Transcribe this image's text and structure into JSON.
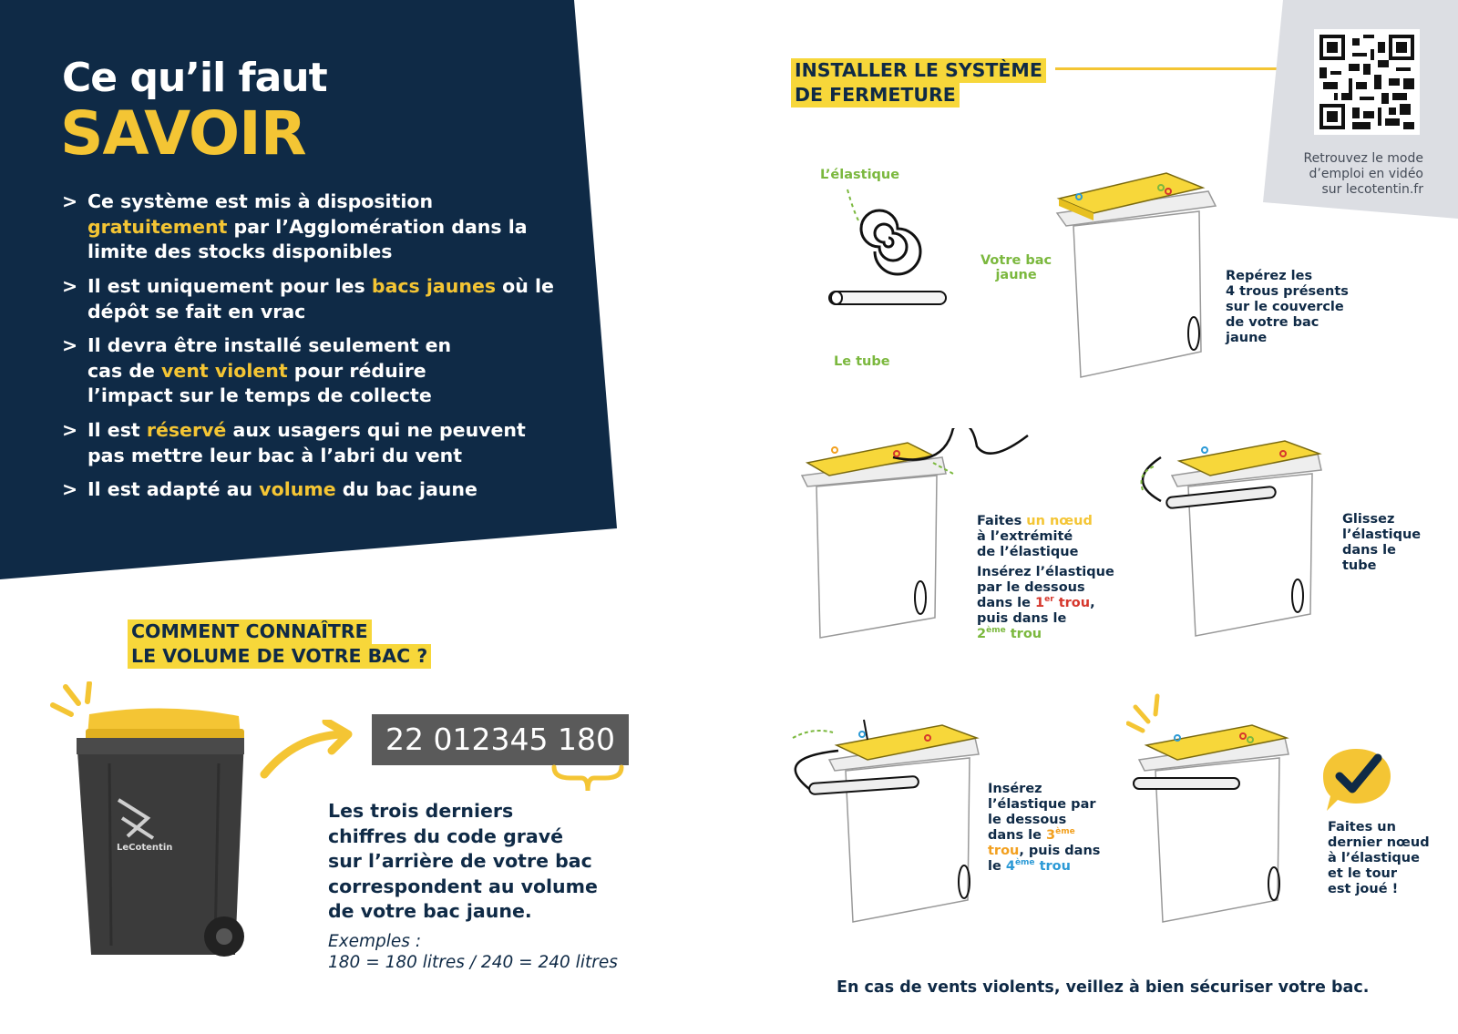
{
  "headline": {
    "line1": "Ce qu’il faut",
    "line2": "SAVOIR"
  },
  "bullets": [
    [
      "Ce système est mis à disposition ",
      "gratuitement",
      " par l’Agglomération dans la limite des stocks disponibles"
    ],
    [
      "Il est uniquement pour les ",
      "bacs jaunes",
      " où le dépôt se fait en vrac"
    ],
    [
      "Il devra être installé seulement en cas de ",
      "vent violent",
      " pour réduire l’impact sur le temps de collecte"
    ],
    [
      "Il est ",
      "réservé",
      " aux usagers qui ne peuvent pas mettre leur bac à l’abri du vent"
    ],
    [
      "Il est adapté au ",
      "volume",
      " du bac jaune"
    ]
  ],
  "volume_section": {
    "title_line1": "COMMENT CONNAÎTRE",
    "title_line2": "LE VOLUME DE VOTRE BAC ?",
    "code": "22 012345 180",
    "bin_brand": "LeCotentin",
    "explanation_line1": "Les trois derniers",
    "explanation_line2": "chiffres du code gravé",
    "explanation_line3": "sur l’arrière de votre bac",
    "explanation_line4": "correspondent au volume",
    "explanation_line5": "de votre bac jaune.",
    "examples_line1": "Exemples :",
    "examples_line2": "180 = 180 litres / 240 = 240 litres"
  },
  "install_section": {
    "title_line1": "INSTALLER LE SYSTÈME",
    "title_line2": "DE FERMETURE",
    "qr_caption_line1": "Retrouvez le mode",
    "qr_caption_line2": "d’emploi en vidéo",
    "qr_caption_line3": "sur lecotentin.fr",
    "labels": {
      "elastic": "L’élastique",
      "tube": "Le tube",
      "bin1": "Votre bac",
      "bin2": "jaune"
    },
    "step1": [
      "Repérez les",
      "4 trous présents",
      "sur le couvercle",
      "de votre bac",
      "jaune"
    ],
    "step2a": {
      "l1a": "Faites ",
      "l1b": "un nœud",
      "l2": "à l’extrémité",
      "l3": "de l’élastique"
    },
    "step2b": {
      "l1": "Insérez l’élastique",
      "l2": "par le dessous",
      "l3a": "dans le ",
      "n1": "1",
      "s1": "er",
      "l3b": " trou",
      "l3c": ",",
      "l4": "puis dans le",
      "n2": "2",
      "s2": "ème",
      "l5b": " trou"
    },
    "step3": [
      "Glissez",
      "l’élastique",
      "dans le",
      "tube"
    ],
    "step4": {
      "l1": "Insérez",
      "l2": "l’élastique par",
      "l3": "le dessous",
      "l4a": "dans le ",
      "n3": "3",
      "s3": "ème",
      "l5a": "trou",
      "l5b": ", puis dans",
      "l6a": "le ",
      "n4": "4",
      "s4": "ème",
      "l6b": " trou"
    },
    "step5": [
      "Faites un",
      "dernier nœud",
      "à l’élastique",
      "et le tour",
      "est joué !"
    ],
    "footer": "En cas de vents violents, veillez à bien sécuriser votre bac."
  },
  "colors": {
    "navy": "#0f2a46",
    "yellow": "#f4c534",
    "green": "#7bb83e",
    "grey_panel": "#dcdee3"
  }
}
